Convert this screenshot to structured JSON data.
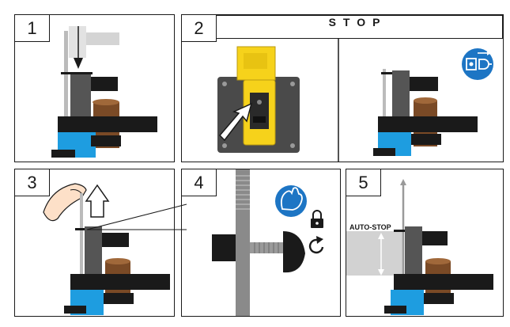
{
  "steps": [
    {
      "number": "1"
    },
    {
      "number": "2",
      "title": "STOP"
    },
    {
      "number": "3"
    },
    {
      "number": "4"
    },
    {
      "number": "5",
      "label": "AUTO-STOP"
    }
  ],
  "icons": {
    "unplug": "unplug-icon",
    "wear_gloves": "wear-gloves-icon",
    "lock": "padlock-icon",
    "rotate": "rotate-icon"
  },
  "colors": {
    "accent_blue": "#1e9de0",
    "switch_yellow": "#f6d21b",
    "badge_blue": "#1d75c4",
    "wood": "#7a4a26",
    "dark": "#1a1a1a",
    "gray": "#5a5a5a"
  }
}
